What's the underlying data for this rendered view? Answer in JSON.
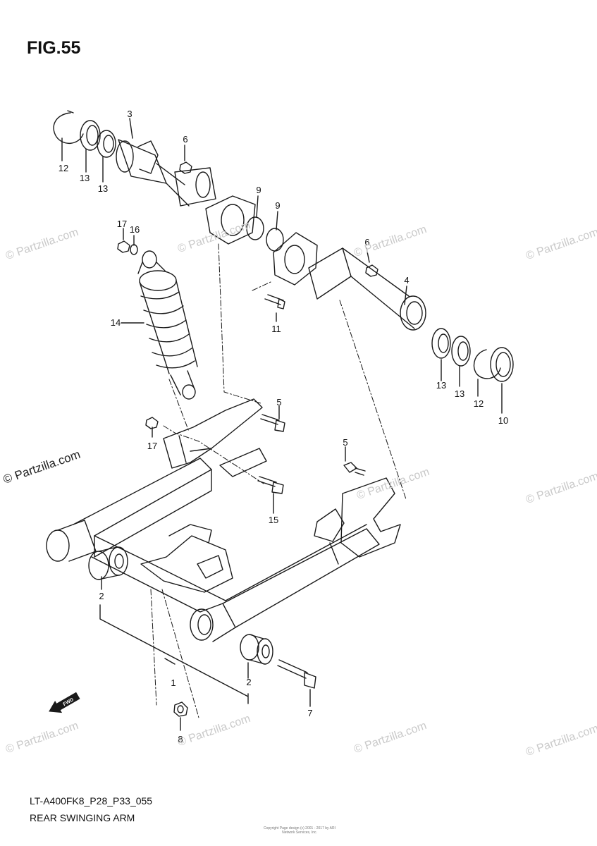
{
  "figure_title": "FIG.55",
  "model_code": "LT-A400FK8_P28_P33_055",
  "diagram_name": "REAR SWINGING ARM",
  "copyright_text": "Copyright\nPage design (c) 2001 - 2017 by ARI Network Services, Inc.",
  "watermark_main": "© Partzilla.com",
  "watermark_faint": "© Partzilla.com",
  "fwd_label": "FWD",
  "callouts": [
    "12",
    "13",
    "13",
    "3",
    "6",
    "9",
    "9",
    "17",
    "16",
    "6",
    "4",
    "14",
    "11",
    "13",
    "13",
    "12",
    "10",
    "5",
    "17",
    "5",
    "15",
    "2",
    "1",
    "2",
    "7",
    "8"
  ],
  "colors": {
    "line": "#1a1a1a",
    "watermark": "#c9c9c9"
  }
}
